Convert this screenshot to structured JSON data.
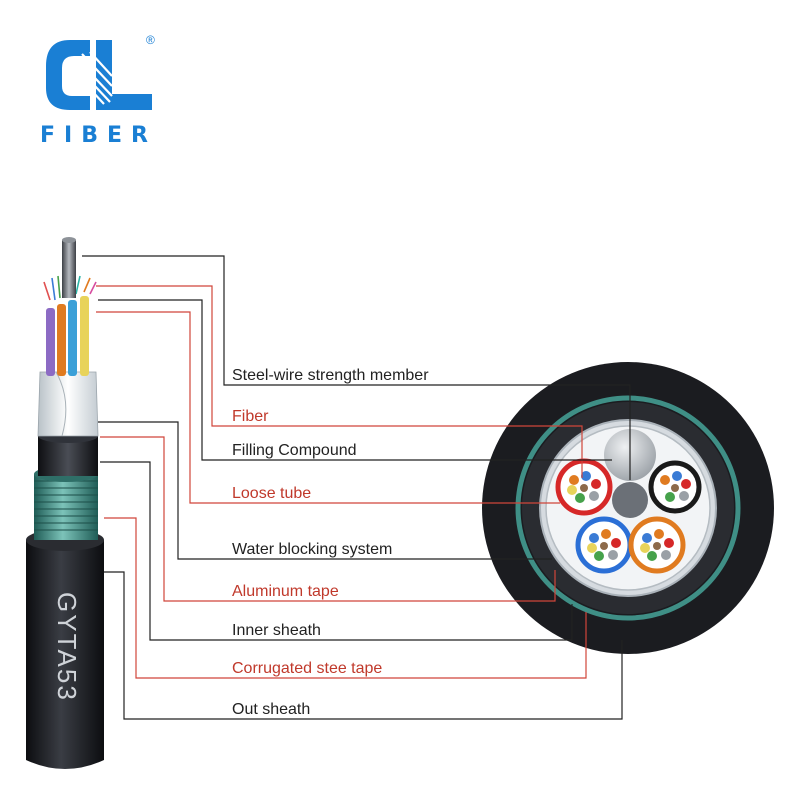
{
  "brand": {
    "name": "FIBER",
    "registered_mark": "®",
    "color": "#1a7fd4"
  },
  "cable": {
    "model": "GYTA53"
  },
  "labels": [
    {
      "text": "Steel-wire strength member",
      "color": "#222222"
    },
    {
      "text": "Fiber",
      "color": "#c0392b"
    },
    {
      "text": "Filling Compound",
      "color": "#222222"
    },
    {
      "text": "Loose tube",
      "color": "#c0392b"
    },
    {
      "text": "Water blocking system",
      "color": "#222222"
    },
    {
      "text": "Aluminum tape",
      "color": "#c0392b"
    },
    {
      "text": "Inner sheath",
      "color": "#222222"
    },
    {
      "text": "Corrugated stee tape",
      "color": "#c0392b"
    },
    {
      "text": "Out sheath",
      "color": "#222222"
    }
  ],
  "colors": {
    "leader_dark": "#222222",
    "leader_red": "#d0453a",
    "sheath": "#1c1e22",
    "armor": "#3f8f86",
    "tube_red": "#d62828",
    "tube_black": "#1a1a1a",
    "tube_blue": "#2b6fd6",
    "tube_orange": "#e07b20"
  }
}
